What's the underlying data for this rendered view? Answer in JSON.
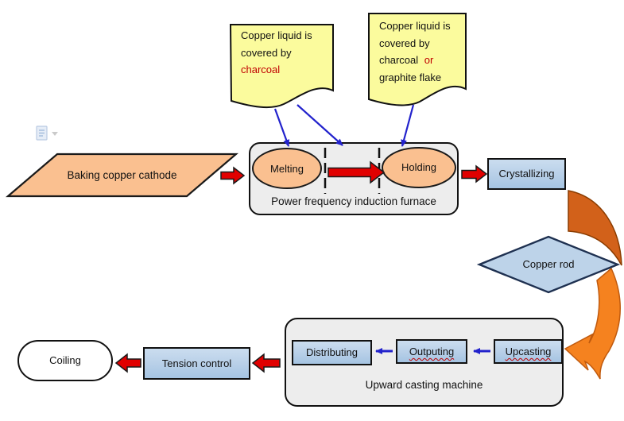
{
  "colors": {
    "note_fill": "#FBFB9D",
    "peach_fill": "#FAC090",
    "container_fill": "#EDEDED",
    "blue_fill": "#BDD3E9",
    "red_arrow": "#E10000",
    "blue_connector": "#2222CC",
    "orange_arrow_dark": "#D2611A",
    "orange_arrow_light": "#F5821F",
    "misspell_underline": "#C00000"
  },
  "icons": {
    "paste_options": "paste-options-icon"
  },
  "notes": [
    {
      "line1": "Copper liquid is",
      "line2": "covered by",
      "line3": "charcoal"
    },
    {
      "line1": "Copper liquid is",
      "line2": "covered by",
      "line3a": "charcoal",
      "line3b": "or",
      "line4": "graphite flake"
    }
  ],
  "nodes": {
    "baking": {
      "label": "Baking copper cathode"
    },
    "furnace": {
      "label": "Power frequency induction furnace",
      "melting": "Melting",
      "holding": "Holding"
    },
    "crystallizing": {
      "label": "Crystallizing"
    },
    "copper_rod": {
      "label": "Copper rod"
    },
    "casting": {
      "label": "Upward casting machine",
      "steps": [
        {
          "label": "Distributing"
        },
        {
          "label": "Outputing"
        },
        {
          "label": "Upcasting"
        }
      ]
    },
    "tension": {
      "label": "Tension control"
    },
    "coiling": {
      "label": "Coiling"
    }
  },
  "arrows": [
    {
      "from": "note-charcoal",
      "to": "melting",
      "style": "blue-line"
    },
    {
      "from": "note-charcoal",
      "to": "furnace-top",
      "style": "blue-line"
    },
    {
      "from": "note-charcoal-or-graphite",
      "to": "holding",
      "style": "blue-line"
    },
    {
      "from": "baking-copper-cathode",
      "to": "furnace",
      "style": "red-block"
    },
    {
      "from": "melting",
      "to": "holding",
      "style": "red-block"
    },
    {
      "from": "furnace",
      "to": "crystallizing",
      "style": "red-block"
    },
    {
      "from": "crystallizing",
      "to": "copper-rod",
      "style": "orange-curved"
    },
    {
      "from": "copper-rod",
      "to": "upcasting",
      "style": "orange-curved"
    },
    {
      "from": "upcasting",
      "to": "outputing",
      "style": "blue-block"
    },
    {
      "from": "outputing",
      "to": "distributing",
      "style": "blue-block"
    },
    {
      "from": "casting-machine",
      "to": "tension-control",
      "style": "red-block"
    },
    {
      "from": "tension-control",
      "to": "coiling",
      "style": "red-block"
    }
  ]
}
